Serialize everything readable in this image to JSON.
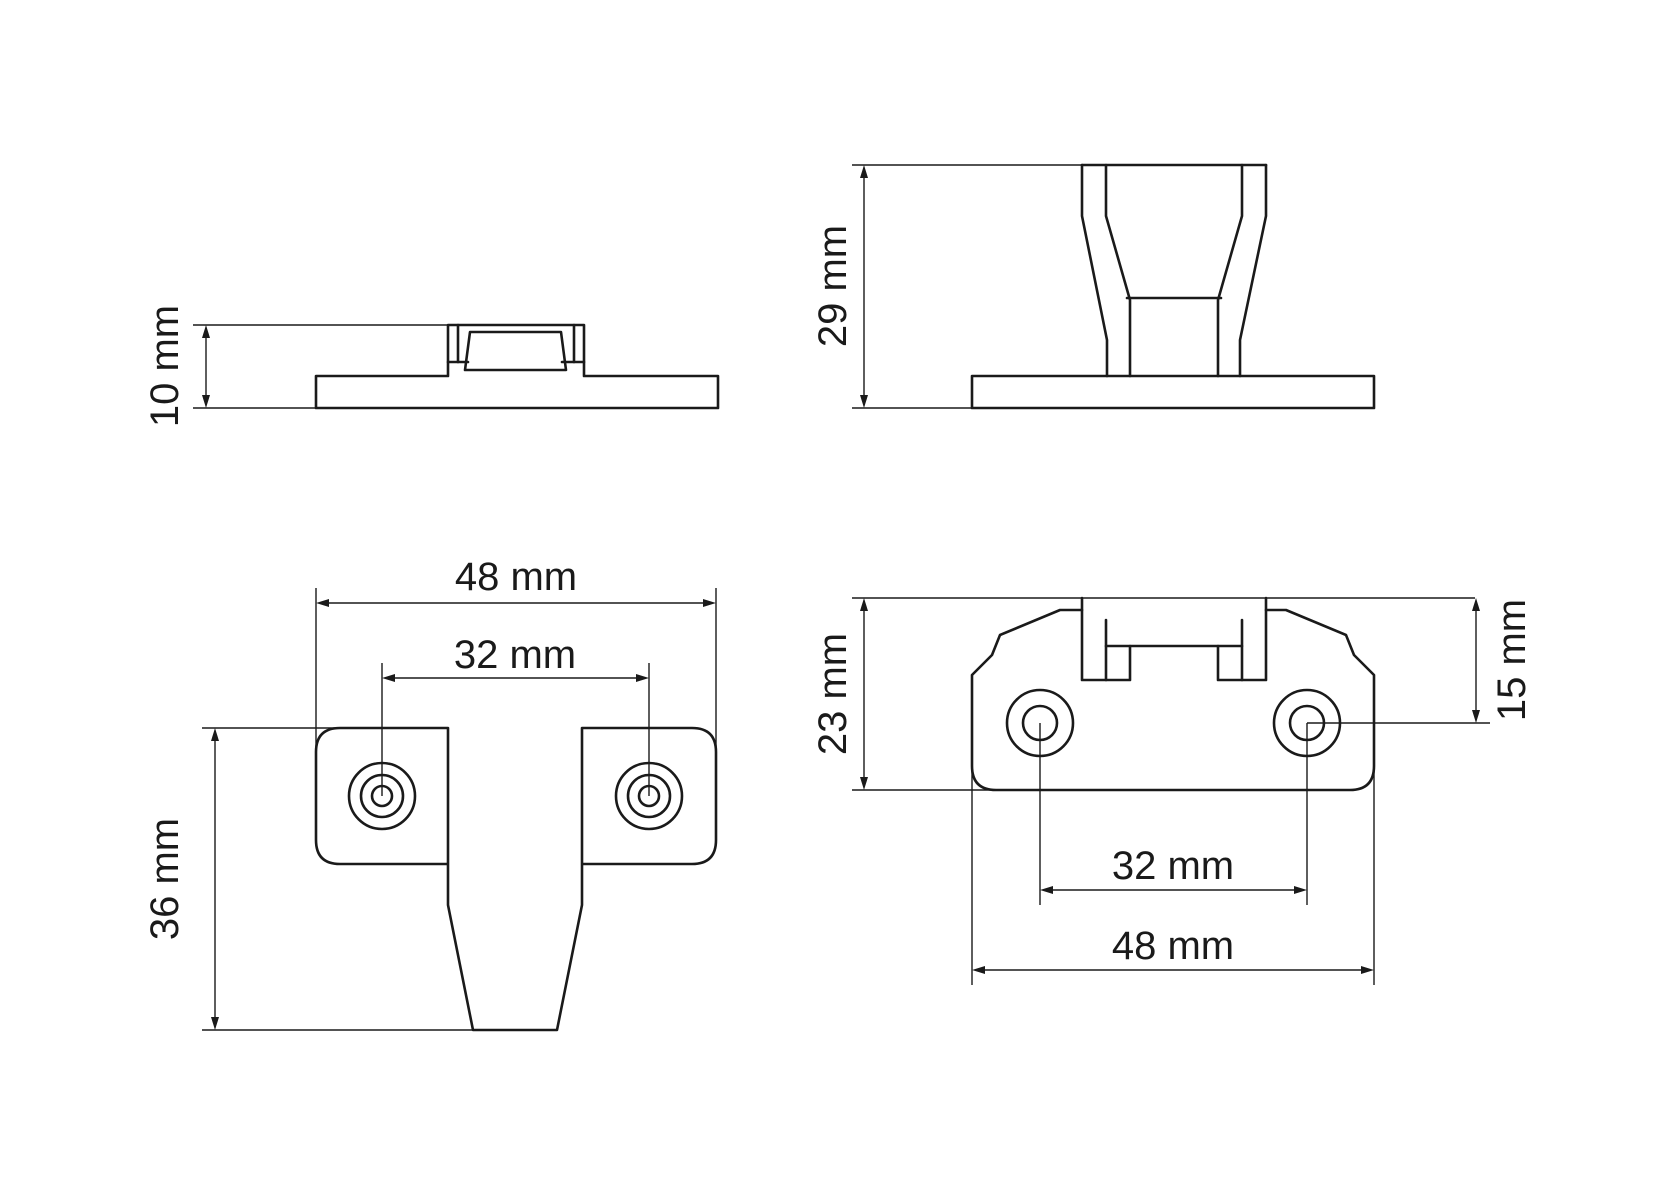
{
  "dimensions": {
    "side_height": "10 mm",
    "front_height": "29 mm",
    "top_width": "48 mm",
    "top_hole_spacing": "32 mm",
    "top_depth": "36 mm",
    "base_depth": "23 mm",
    "hole_offset": "15 mm",
    "base_hole_spacing": "32 mm",
    "base_width": "48 mm"
  },
  "colors": {
    "line": "#1a1a1a",
    "background": "#ffffff"
  }
}
